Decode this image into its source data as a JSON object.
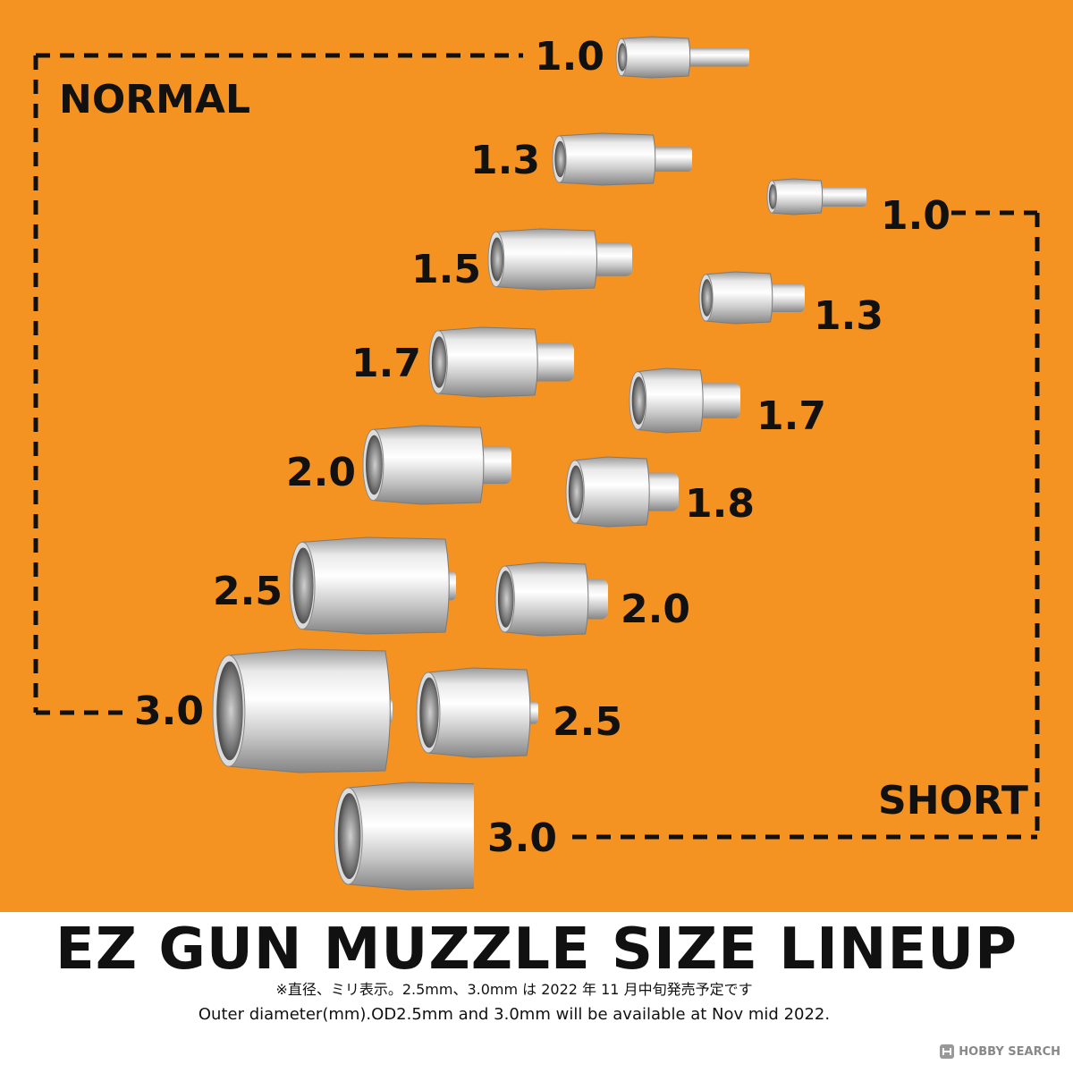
{
  "groups": {
    "normal": {
      "title": "NORMAL"
    },
    "short": {
      "title": "SHORT"
    }
  },
  "normal_sizes": [
    "1.0",
    "1.3",
    "1.5",
    "1.7",
    "2.0",
    "2.5",
    "3.0"
  ],
  "short_sizes": [
    "1.0",
    "1.3",
    "1.7",
    "1.8",
    "2.0",
    "2.5",
    "3.0"
  ],
  "footer": {
    "title": "EZ GUN MUZZLE SIZE LINEUP",
    "note_jp": "※直径、ミリ表示。2.5mm、3.0mm は 2022 年 11 月中旬発売予定です",
    "note_en": "Outer diameter(mm).OD2.5mm and 3.0mm will be available at Nov mid 2022."
  },
  "watermark": {
    "text": "HOBBY SEARCH",
    "icon": "hobby-search-logo-icon"
  },
  "colors": {
    "background": "#f49222",
    "text": "#111111",
    "metal_light": "#f2f2f2",
    "metal_dark": "#8f8f8f"
  }
}
